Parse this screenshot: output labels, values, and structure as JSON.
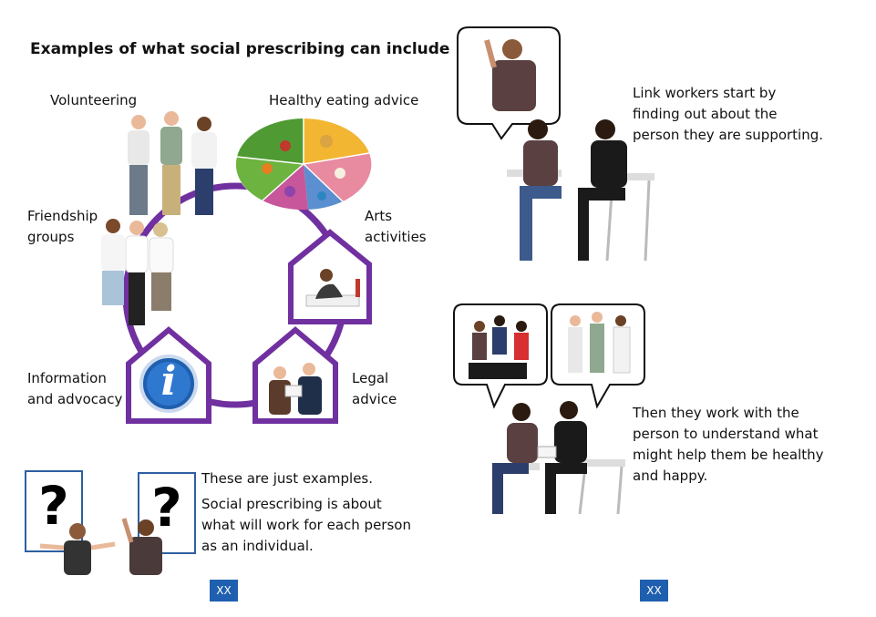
{
  "left_page": {
    "title": "Examples of what social prescribing can include",
    "activities": {
      "volunteering": "Volunteering",
      "healthy_eating": "Healthy eating advice",
      "friendship_line1": "Friendship",
      "friendship_line2": "groups",
      "arts_line1": "Arts",
      "arts_line2": "activities",
      "info_line1": "Information",
      "info_line2": "and advocacy",
      "legal_line1": "Legal",
      "legal_line2": "advice"
    },
    "info_symbol": "i",
    "question_mark": "?",
    "note_line1": "These are just examples.",
    "note_para": "Social prescribing is about what will work for each person as an individual.",
    "page_number": "XX"
  },
  "right_page": {
    "text1": "Link workers start by finding out about the person they are supporting.",
    "text2": "Then they work with the person to understand what might help them be healthy and happy.",
    "page_number": "XX"
  },
  "colors": {
    "purple": "#7030a0",
    "page_number_bg": "#1f5fb0",
    "frame_blue": "#2e5fa0"
  }
}
